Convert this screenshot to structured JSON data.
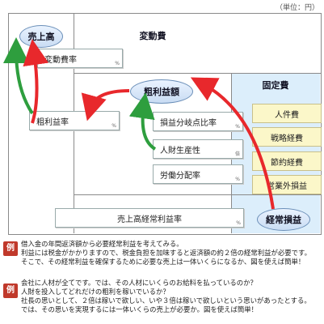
{
  "unit": "（単位：円）",
  "nodes": {
    "uriage": "売上高",
    "hendohi": "変動費",
    "arari": "粗利益額",
    "koteihi": "固定費",
    "keijo": "経常損益"
  },
  "boxes": {
    "hendohiritsu": "変動費率",
    "arariritsu": "粗利益率",
    "sonekibunki": "損益分岐点比率",
    "jinzai": "人財生産性",
    "rodo": "労働分配率",
    "uriage_keijo": "売上高経常利益率",
    "mark": "%",
    "mark_jinzai": "倍"
  },
  "fixed_costs": [
    "人件費",
    "戦略経費",
    "節約経費",
    "営業外損益"
  ],
  "examples": {
    "badge": "例",
    "ex1": [
      "借入金の年間返済額から必要経常利益を考えてみる。",
      "利益には税金がかかりますので、税金負担を加味すると返済額の約２倍の経常利益が必要です。",
      "そこで、その経常利益を確保するために必要な売上は一体いくらになるか、図を使えば簡単！"
    ],
    "ex2": [
      "会社に人材が全てです。では、その人材にいくらのお給料を払っているのか？",
      "人財を投入してどれだけの粗利を稼いでいるか？",
      "社長の思いとして、２倍は稼いで欲しい、いや３倍は稼いで欲しいという思いがあったとする。",
      "では、その思いを実現するには一体いくらの売上が必要か。図を使えば簡単！"
    ]
  },
  "colors": {
    "green_arrow": "#2e9e3e",
    "red_arrow": "#e8282c",
    "fixed_bg": "#dceefb",
    "fixed_item": "#fbf7c9"
  }
}
